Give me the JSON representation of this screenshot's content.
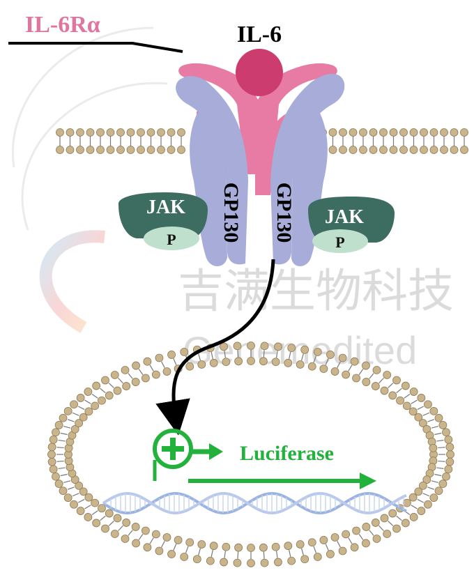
{
  "labels": {
    "il6r": "IL-6Rα",
    "il6": "IL-6",
    "gp130_left": "GP130",
    "gp130_right": "GP130",
    "jak_left": "JAK",
    "jak_right": "JAK",
    "p_left": "P",
    "p_right": "P",
    "luciferase": "Luciferase"
  },
  "watermark": {
    "chinese": "吉满生物科技",
    "english": "Genemedited"
  },
  "colors": {
    "il6r_pink": "#e77ba3",
    "il6_ball": "#cc3c6e",
    "gp130_lavender": "#a7acd8",
    "jak_dark": "#3d6c61",
    "p_mint": "#bfe0cc",
    "promoter_green": "#22b13a",
    "lipid_head": "#c9b48b",
    "dna_blue": "#9bb3e0",
    "label_pink": "#e0759f"
  }
}
